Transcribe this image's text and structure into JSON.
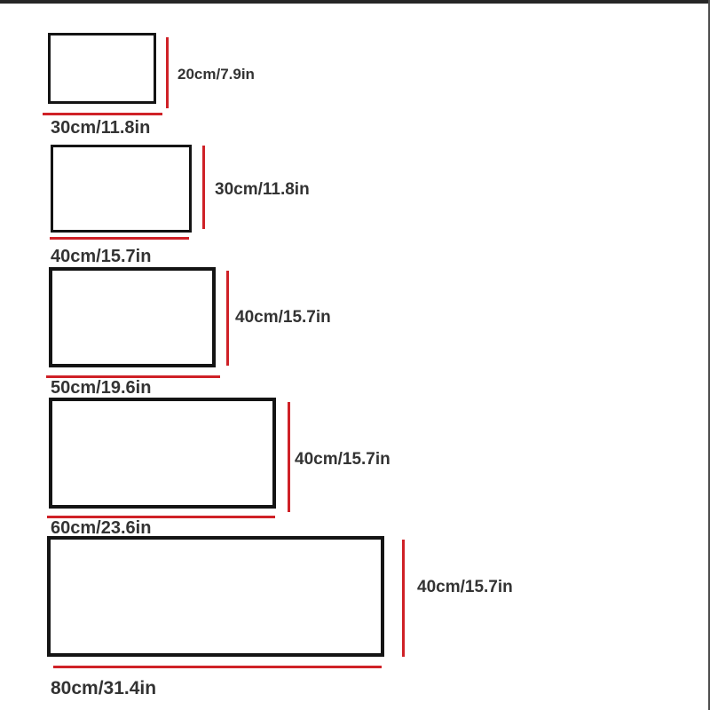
{
  "diagram": {
    "type": "size-chart",
    "colors": {
      "dimension_line_red": "#cf2127",
      "rectangle_outline_black": "#141414",
      "label_text": "#333333",
      "background": "#ffffff"
    },
    "items": [
      {
        "height_label": "20cm/7.9in",
        "width_label": "30cm/11.8in"
      },
      {
        "height_label": "30cm/11.8in",
        "width_label": "40cm/15.7in"
      },
      {
        "height_label": "40cm/15.7in",
        "width_label": "50cm/19.6in"
      },
      {
        "height_label": "40cm/15.7in",
        "width_label": "60cm/23.6in"
      },
      {
        "height_label": "40cm/15.7in",
        "width_label": "80cm/31.4in"
      }
    ]
  }
}
